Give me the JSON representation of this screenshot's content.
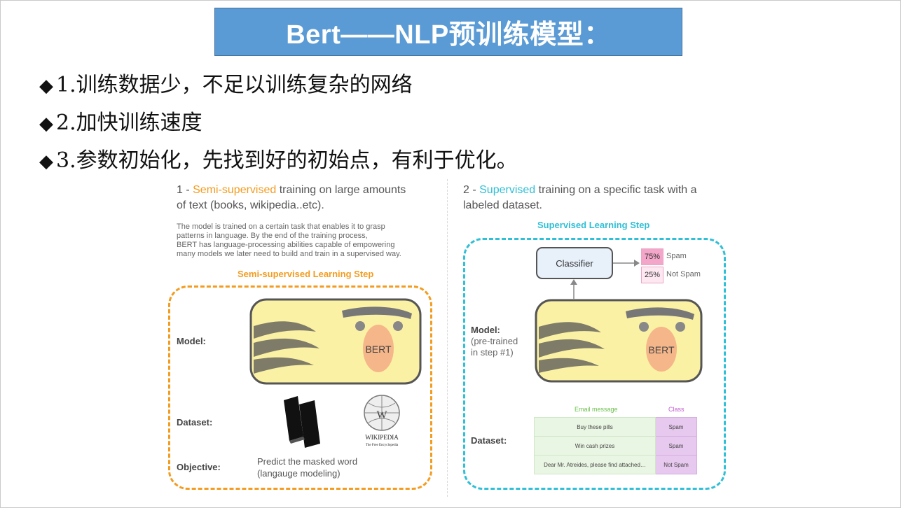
{
  "slide": {
    "title": "Bert——NLP预训练模型：",
    "bullets": [
      "1.训练数据少，不足以训练复杂的网络",
      "2.加快训练速度",
      "3.参数初始化，先找到好的初始点，有利于优化。"
    ]
  },
  "figure": {
    "left": {
      "heading_prefix": "1 - ",
      "heading_highlight": "Semi-supervised",
      "heading_rest_line1": " training on large amounts",
      "heading_line2": "of text (books, wikipedia..etc).",
      "description": [
        "The model is trained on a certain task that enables it to grasp",
        "patterns in language. By the end of the training process,",
        "BERT has language-processing abilities capable of empowering",
        "many models we later need to build and train in a supervised way."
      ],
      "step_title": "Semi-supervised Learning Step",
      "model_label": "Model:",
      "dataset_label": "Dataset:",
      "objective_label": "Objective:",
      "bert_label": "BERT",
      "wikipedia_label": "WIKIPEDIA",
      "wikipedia_sub": "The Free Encyclopedia",
      "objective_line1": "Predict the masked word",
      "objective_line2": "(langauge modeling)"
    },
    "right": {
      "heading_prefix": "2 - ",
      "heading_highlight": "Supervised",
      "heading_rest_line1": " training on a specific task with a",
      "heading_line2": "labeled dataset.",
      "step_title": "Supervised Learning Step",
      "model_label": "Model:",
      "model_sub": [
        "(pre-trained",
        "in step #1)"
      ],
      "dataset_label": "Dataset:",
      "bert_label": "BERT",
      "classifier_label": "Classifier",
      "outputs": [
        {
          "prob": "75%",
          "label": "Spam"
        },
        {
          "prob": "25%",
          "label": "Not Spam"
        }
      ],
      "table_header_message": "Email message",
      "table_header_class": "Class",
      "rows": [
        {
          "message": "Buy these pills",
          "class": "Spam"
        },
        {
          "message": "Win cash prizes",
          "class": "Spam"
        },
        {
          "message": "Dear Mr. Atreides, please find attached…",
          "class": "Not Spam"
        }
      ]
    },
    "colors": {
      "orange": "#f39c1f",
      "teal": "#2fbfd6",
      "bert_face": "#fbf1a4",
      "bert_nose": "#f5b68a"
    }
  }
}
